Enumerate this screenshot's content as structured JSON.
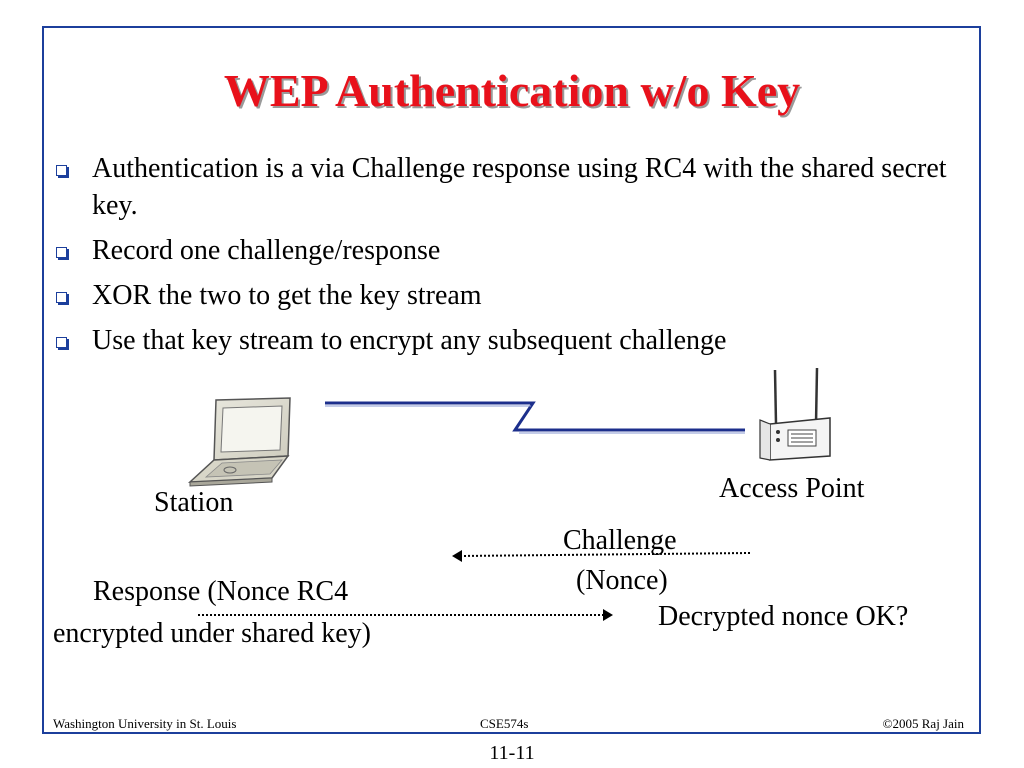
{
  "slide": {
    "title": "WEP Authentication w/o Key",
    "bullets": [
      "Authentication is a via Challenge response using RC4 with the shared secret key.",
      "Record one challenge/response",
      "XOR the two to get the key stream",
      "Use that key stream to encrypt any subsequent challenge"
    ]
  },
  "diagram": {
    "station_label": "Station",
    "access_point_label": "Access Point",
    "challenge_label_line1": "Challenge",
    "challenge_label_line2": "(Nonce)",
    "response_label_line1": "Response (Nonce RC4",
    "response_label_line2": "encrypted under shared key)",
    "decrypted_label": "Decrypted nonce OK?"
  },
  "footer": {
    "left": "Washington University in St. Louis",
    "center": "CSE574s",
    "right": "©2005 Raj Jain",
    "page": "11-11"
  },
  "colors": {
    "title": "#e8111b",
    "frame": "#1c3f9c",
    "link": "#1c2f8c"
  },
  "icons": [
    "laptop-icon",
    "access-point-icon",
    "bullet-square-icon"
  ]
}
